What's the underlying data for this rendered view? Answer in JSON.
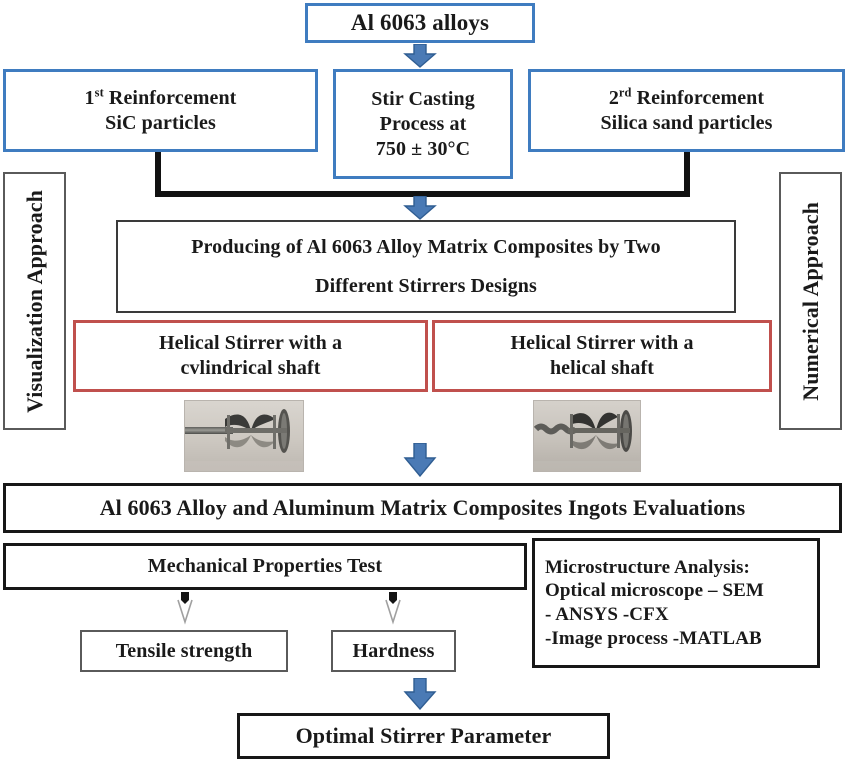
{
  "diagram": {
    "title": "Al 6063 alloys research methodology flowchart",
    "colors": {
      "blue_border": "#3f7cc0",
      "red_border": "#c0504d",
      "black_border": "#171717",
      "arrow_fill": "#4a7ab5",
      "arrow_stroke": "#2e5party"
    }
  },
  "top": {
    "alloy_box": "Al 6063 alloys"
  },
  "row2": {
    "left_line1": "1st Reinforcement",
    "left_line1_num": "1",
    "left_line1_sup": "st",
    "left_line1_rest": " Reinforcement",
    "left_line2": "SiC particles",
    "center_line1": "Stir Casting",
    "center_line2": "Process at",
    "center_line3": "750 ± 30°C",
    "right_line1_num": "2",
    "right_line1_sup": "rd",
    "right_line1_rest": " Reinforcement",
    "right_line2": "Silica sand particles"
  },
  "side": {
    "left_label": "Visualization Approach",
    "right_label": "Numerical Approach"
  },
  "producing": {
    "line1": "Producing of Al 6063 Alloy Matrix Composites by Two",
    "line2": "Different Stirrers Designs"
  },
  "stirrers": {
    "left_line1": "Helical Stirrer with a",
    "left_line2": "cvlindrical shaft",
    "right_line1": "Helical Stirrer with a",
    "right_line2": "helical shaft",
    "left_photo_name": "helical-stirrer-cylindrical-shaft-photo",
    "right_photo_name": "helical-stirrer-helical-shaft-photo"
  },
  "evaluations": {
    "label": "Al 6063 Alloy and Aluminum Matrix Composites Ingots Evaluations"
  },
  "mechanical": {
    "header": "Mechanical Properties Test",
    "tensile": "Tensile strength",
    "hardness": "Hardness"
  },
  "microstructure": {
    "line1": "Microstructure Analysis:",
    "line2": "Optical microscope – SEM",
    "line3": "- ANSYS -CFX",
    "line4": "-Image process -MATLAB"
  },
  "final": {
    "label": "Optimal Stirrer Parameter"
  }
}
